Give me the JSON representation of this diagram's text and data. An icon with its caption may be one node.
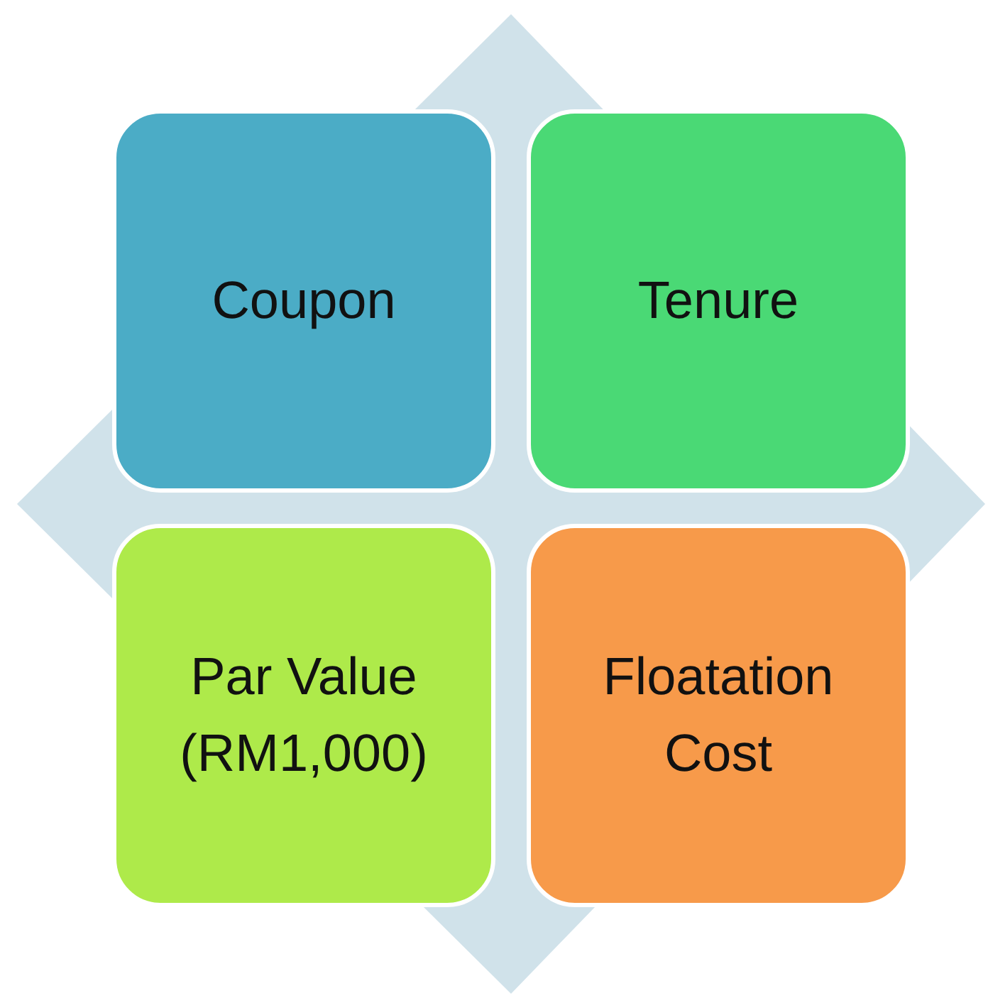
{
  "diagram": {
    "nodes": [
      {
        "text": [
          "Coupon"
        ]
      },
      {
        "text": [
          "Tenure"
        ]
      },
      {
        "text": [
          "Par Value (RM1,000)"
        ]
      },
      {
        "text": [
          "Floatation Cost"
        ]
      }
    ]
  }
}
